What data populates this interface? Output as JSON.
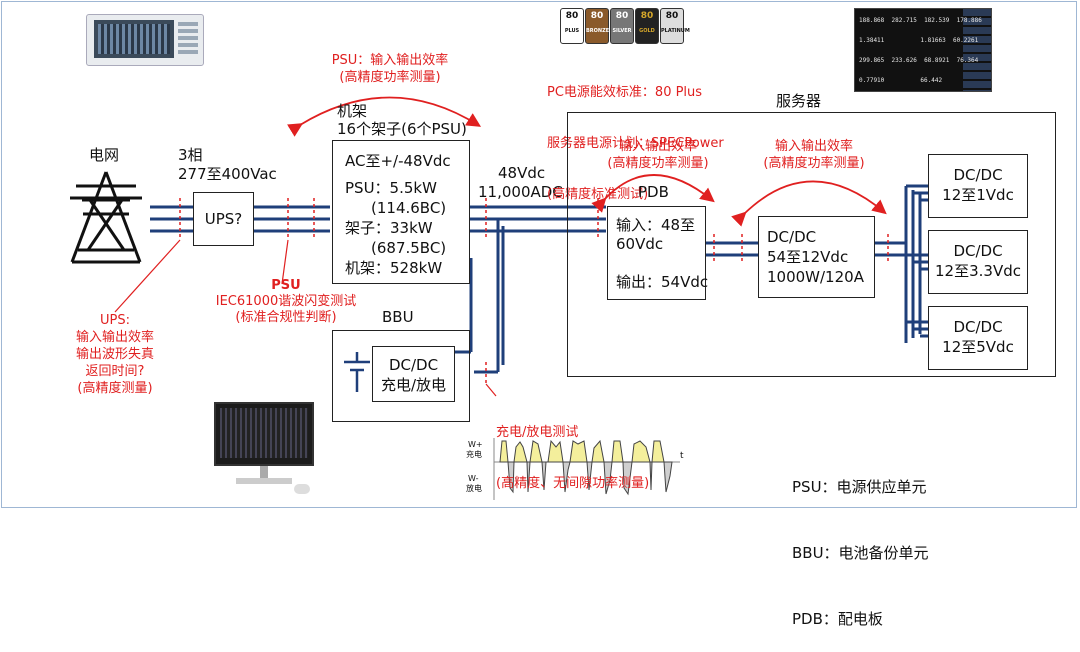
{
  "colors": {
    "bus": "#1f3f7a",
    "annotation": "#e02020",
    "text": "#111111"
  },
  "grid": {
    "label": "电网",
    "icon": "transmission-tower-icon"
  },
  "three_phase": {
    "line1": "3相",
    "line2": "277至400Vac"
  },
  "ups_box": {
    "label": "UPS?"
  },
  "ups_note": {
    "line1": "UPS:",
    "line2": "输入输出效率",
    "line3": "输出波形失真",
    "line4": "返回时间?",
    "line5": "(高精度测量)"
  },
  "psu_note_bottom": {
    "title": "PSU",
    "line1": "IEC61000谐波闪变测试",
    "line2": "(标准合规性判断)"
  },
  "psu_note_top": {
    "line1": "PSU：输入输出效率",
    "line2": "(高精度功率测量)"
  },
  "rack": {
    "title": "机架",
    "subtitle": "16个架子(6个PSU)"
  },
  "rack_box": {
    "line1": "AC至+/-48Vdc",
    "line2": "PSU：5.5kW",
    "line3": "(114.6BC)",
    "line4": "架子：33kW",
    "line5": "(687.5BC)",
    "line6": "机架：528kW"
  },
  "bus_label": {
    "line1": "48Vdc",
    "line2": "11,000ADC"
  },
  "standards": {
    "line1": "PC电源能效标准：80 Plus",
    "line2": "服务器电源计划：SPECPower",
    "line3": "(高精度标准测试)",
    "badges": [
      "80 PLUS",
      "80 BRONZE",
      "80 SILVER",
      "80 GOLD",
      "80 PLATINUM"
    ]
  },
  "server": {
    "title": "服务器"
  },
  "pdb_note": {
    "line1": "输入输出效率",
    "line2": "(高精度功率测量)"
  },
  "pdb": {
    "title": "PDB",
    "line1": "输入：48至",
    "line2": "60Vdc",
    "line3": "输出：54Vdc"
  },
  "dcdc_note": {
    "line1": "输入输出效率",
    "line2": "(高精度功率测量)"
  },
  "dcdc_main": {
    "line1": "DC/DC",
    "line2": "54至12Vdc",
    "line3": "1000W/120A"
  },
  "dcdc_outputs": [
    {
      "line1": "DC/DC",
      "line2": "12至1Vdc"
    },
    {
      "line1": "DC/DC",
      "line2": "12至3.3Vdc"
    },
    {
      "line1": "DC/DC",
      "line2": "12至5Vdc"
    }
  ],
  "bbu": {
    "title": "BBU",
    "line1": "DC/DC",
    "line2": "充电/放电"
  },
  "bbu_note": {
    "line1": "充电/放电测试",
    "line2": "(高精度、无间隙功率测量)"
  },
  "waveform": {
    "y_top_label": "W+",
    "y_top_sub": "充电",
    "y_bottom_label": "W-",
    "y_bottom_sub": "放电",
    "x_label": "t"
  },
  "legend": {
    "line1": "PSU：电源供应单元",
    "line2": "BBU：电池备份单元",
    "line3": "PDB：配电板"
  },
  "display_readout": {
    "row1": [
      "188.868",
      "282.715",
      "182.539",
      "178.886"
    ],
    "row2": [
      "1.38411",
      "1.81663",
      "60.2261"
    ],
    "row3": [
      "299.865",
      "233.626",
      "68.8921",
      "76.364"
    ],
    "row4": [
      "0.77910",
      "66.442"
    ]
  }
}
